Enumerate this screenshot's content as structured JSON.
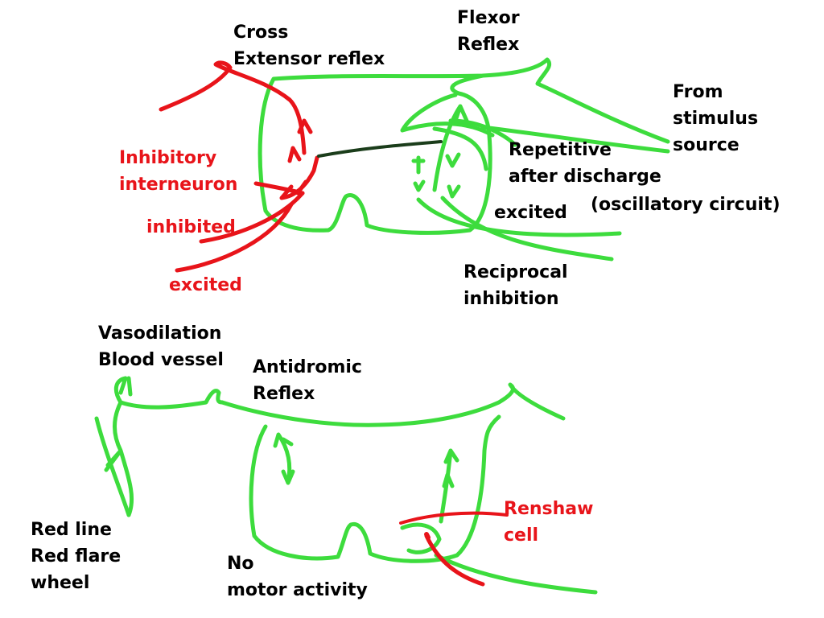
{
  "colors": {
    "neuron_green": "#3ddc3d",
    "neuron_red": "#e8141a",
    "label_black": "#000000",
    "label_red": "#e8141a",
    "background": "#ffffff"
  },
  "top_panel": {
    "labels": {
      "cross_extensor": [
        "Cross",
        "Extensor reflex"
      ],
      "flexor": [
        "Flexor",
        "Reflex"
      ],
      "from_stimulus": [
        "From",
        "stimulus",
        "source"
      ],
      "inhibitory_interneuron": [
        "Inhibitory",
        "interneuron"
      ],
      "inhibited": "inhibited",
      "excited_left": "excited",
      "repetitive": [
        "Repetitive",
        "after discharge"
      ],
      "oscillatory": "(oscillatory circuit)",
      "excited_right": "excited",
      "reciprocal": [
        "Reciprocal",
        "inhibition"
      ]
    }
  },
  "bottom_panel": {
    "labels": {
      "vasodilation": [
        "Vasodilation",
        "Blood vessel"
      ],
      "antidromic": [
        "Antidromic",
        "Reflex"
      ],
      "renshaw": [
        "Renshaw",
        "cell"
      ],
      "red_line": [
        "Red line",
        "Red flare",
        "wheel"
      ],
      "no_motor": [
        "No",
        "motor activity"
      ]
    }
  }
}
